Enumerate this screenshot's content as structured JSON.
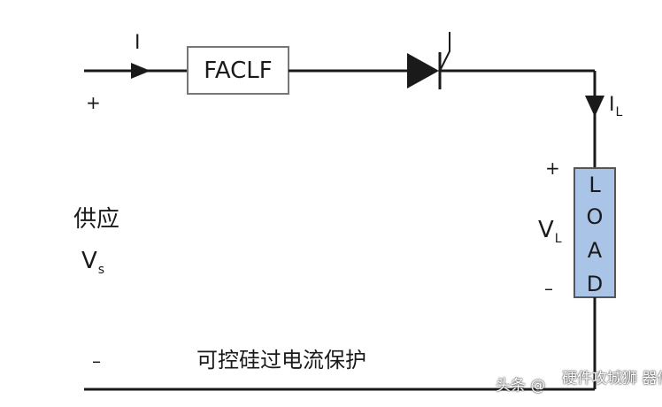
{
  "components": {
    "faclf_label": "FACLF",
    "load_letters": [
      "L",
      "O",
      "A",
      "D"
    ]
  },
  "labels": {
    "current_in": "I",
    "current_load_main": "I",
    "current_load_sub": "L",
    "supply_plus": "+",
    "supply_minus": "–",
    "supply_name": "供应",
    "supply_v_main": "V",
    "supply_v_sub": "s",
    "load_plus": "+",
    "load_minus": "–",
    "load_v_main": "V",
    "load_v_sub": "L",
    "caption": "可控硅过电流保护"
  },
  "watermark": {
    "left_text": "头条 @",
    "right_text": "硬件攻城狮 器件"
  },
  "colors": {
    "wire": "#1a1a1a",
    "load_fill": "#a9c4e6",
    "load_border": "#555555"
  }
}
